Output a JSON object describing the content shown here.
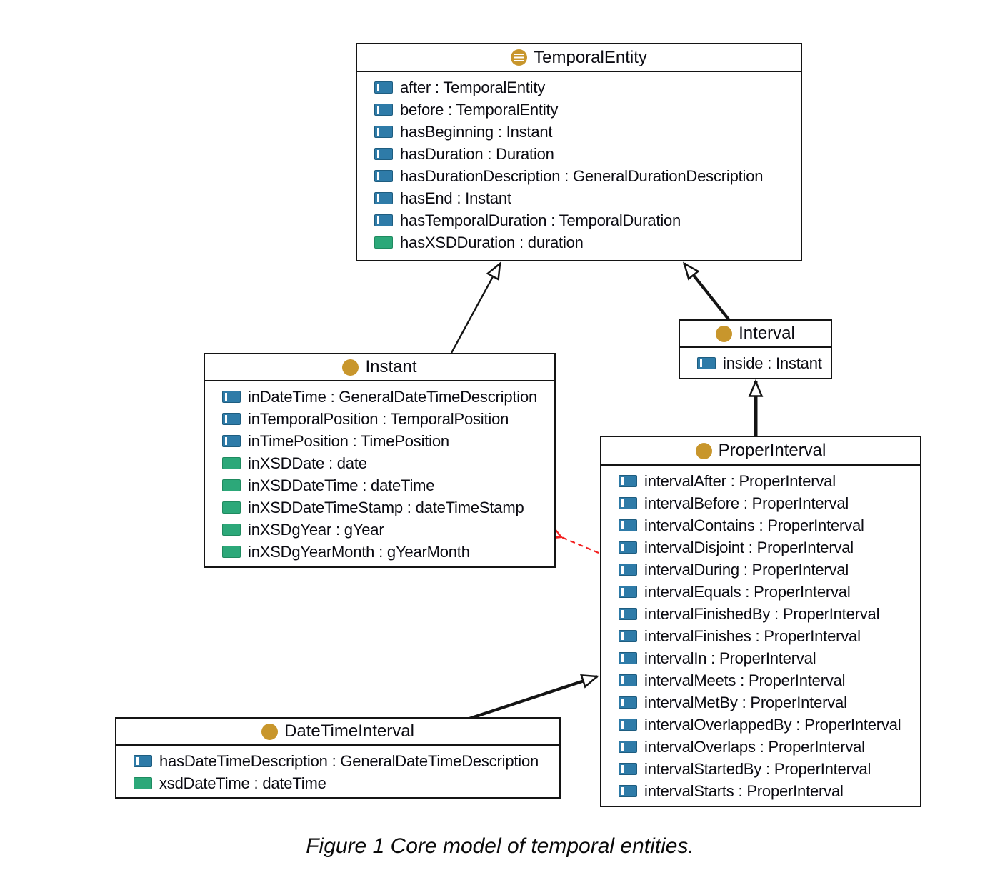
{
  "caption": "Figure 1 Core model of temporal entities.",
  "colors": {
    "gold": "#c8962c",
    "object-property": "#2e7ba8",
    "data-property": "#2ca879",
    "border": "#141414",
    "red-arrow": "#f32222"
  },
  "classes": [
    {
      "name": "TemporalEntity",
      "icon": "defined-class-icon",
      "properties": [
        {
          "label": "after : TemporalEntity",
          "kind": "object"
        },
        {
          "label": "before : TemporalEntity",
          "kind": "object"
        },
        {
          "label": "hasBeginning : Instant",
          "kind": "object"
        },
        {
          "label": "hasDuration : Duration",
          "kind": "object"
        },
        {
          "label": "hasDurationDescription : GeneralDurationDescription",
          "kind": "object"
        },
        {
          "label": "hasEnd : Instant",
          "kind": "object"
        },
        {
          "label": "hasTemporalDuration : TemporalDuration",
          "kind": "object"
        },
        {
          "label": "hasXSDDuration : duration",
          "kind": "data"
        }
      ]
    },
    {
      "name": "Instant",
      "icon": "class-icon",
      "properties": [
        {
          "label": "inDateTime : GeneralDateTimeDescription",
          "kind": "object"
        },
        {
          "label": "inTemporalPosition : TemporalPosition",
          "kind": "object"
        },
        {
          "label": "inTimePosition : TimePosition",
          "kind": "object"
        },
        {
          "label": "inXSDDate : date",
          "kind": "data"
        },
        {
          "label": "inXSDDateTime : dateTime",
          "kind": "data"
        },
        {
          "label": "inXSDDateTimeStamp : dateTimeStamp",
          "kind": "data"
        },
        {
          "label": "inXSDgYear : gYear",
          "kind": "data"
        },
        {
          "label": "inXSDgYearMonth : gYearMonth",
          "kind": "data"
        }
      ]
    },
    {
      "name": "Interval",
      "icon": "class-icon",
      "properties": [
        {
          "label": "inside : Instant",
          "kind": "object"
        }
      ]
    },
    {
      "name": "ProperInterval",
      "icon": "class-icon",
      "properties": [
        {
          "label": "intervalAfter : ProperInterval",
          "kind": "object"
        },
        {
          "label": "intervalBefore : ProperInterval",
          "kind": "object"
        },
        {
          "label": "intervalContains : ProperInterval",
          "kind": "object"
        },
        {
          "label": "intervalDisjoint : ProperInterval",
          "kind": "object"
        },
        {
          "label": "intervalDuring : ProperInterval",
          "kind": "object"
        },
        {
          "label": "intervalEquals : ProperInterval",
          "kind": "object"
        },
        {
          "label": "intervalFinishedBy : ProperInterval",
          "kind": "object"
        },
        {
          "label": "intervalFinishes : ProperInterval",
          "kind": "object"
        },
        {
          "label": "intervalIn : ProperInterval",
          "kind": "object"
        },
        {
          "label": "intervalMeets : ProperInterval",
          "kind": "object"
        },
        {
          "label": "intervalMetBy : ProperInterval",
          "kind": "object"
        },
        {
          "label": "intervalOverlappedBy : ProperInterval",
          "kind": "object"
        },
        {
          "label": "intervalOverlaps : ProperInterval",
          "kind": "object"
        },
        {
          "label": "intervalStartedBy : ProperInterval",
          "kind": "object"
        },
        {
          "label": "intervalStarts : ProperInterval",
          "kind": "object"
        }
      ]
    },
    {
      "name": "DateTimeInterval",
      "icon": "class-icon",
      "properties": [
        {
          "label": "hasDateTimeDescription : GeneralDateTimeDescription",
          "kind": "object"
        },
        {
          "label": "xsdDateTime : dateTime",
          "kind": "data"
        }
      ]
    }
  ]
}
